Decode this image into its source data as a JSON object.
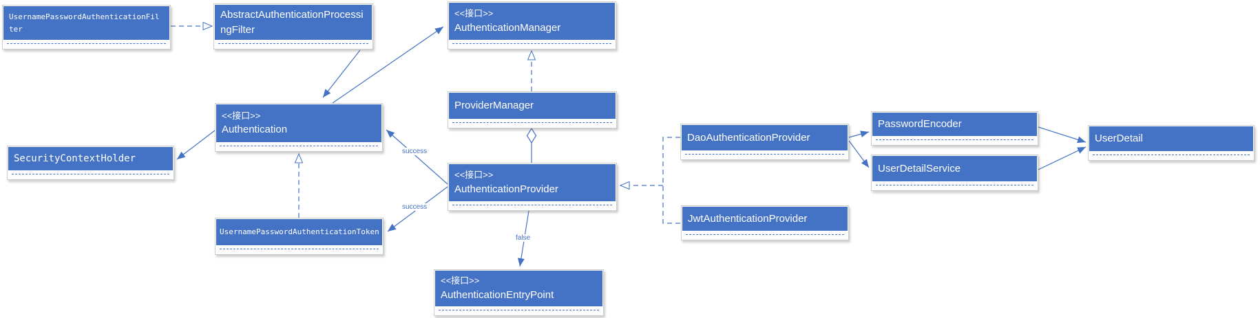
{
  "diagram": {
    "title": "spring-security-authentication-class-diagram",
    "colors": {
      "node_fill": "#4472C4",
      "node_text": "#ffffff",
      "connector": "#4472C4",
      "compartment_bg": "#fdfdfe"
    },
    "nodes": {
      "usernamePasswordAuthenticationFilter": {
        "name": "UsernamePasswordAuthenticationFilter"
      },
      "abstractAuthenticationProcessingFilter": {
        "name": "AbstractAuthenticationProcessingFilter"
      },
      "authenticationManager": {
        "stereotype": "<<接口>>",
        "name": "AuthenticationManager"
      },
      "providerManager": {
        "name": "ProviderManager"
      },
      "authentication": {
        "stereotype": "<<接口>>",
        "name": "Authentication"
      },
      "securityContextHolder": {
        "name": "SecurityContextHolder"
      },
      "authenticationProvider": {
        "stereotype": "<<接口>>",
        "name": "AuthenticationProvider"
      },
      "usernamePasswordAuthenticationToken": {
        "name": "UsernamePasswordAuthenticationToken"
      },
      "daoAuthenticationProvider": {
        "name": "DaoAuthenticationProvider"
      },
      "jwtAuthenticationProvider": {
        "name": "JwtAuthenticationProvider"
      },
      "passwordEncoder": {
        "name": "PasswordEncoder"
      },
      "userDetailService": {
        "name": "UserDetailService"
      },
      "userDetail": {
        "name": "UserDetail"
      },
      "authenticationEntryPoint": {
        "stereotype": "<<接口>>",
        "name": "AuthenticationEntryPoint"
      }
    },
    "edge_labels": {
      "success_top": "success",
      "success_bottom": "success",
      "false_label": "false"
    }
  }
}
